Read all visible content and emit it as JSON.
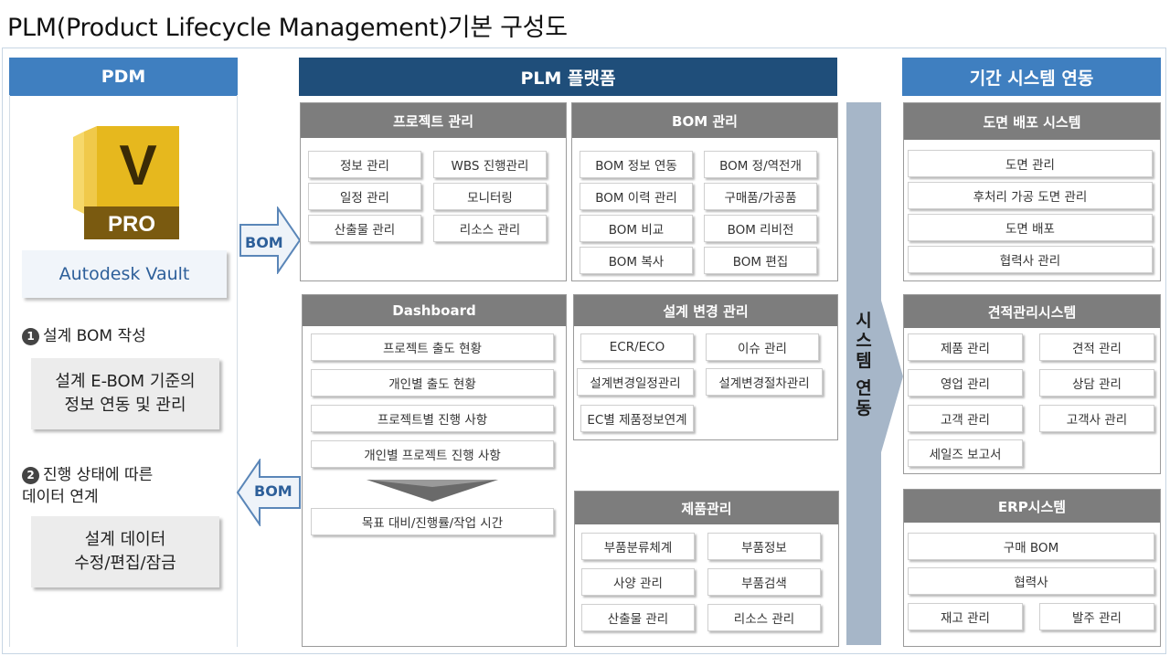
{
  "title": "PLM(Product Lifecycle Management)기본 구성도",
  "pdm": {
    "header": "PDM",
    "logo_letter": "V",
    "logo_badge": "PRO",
    "vault_label": "Autodesk Vault",
    "step1": {
      "num": "1",
      "text": "설계 BOM 작성",
      "box_line1": "설계 E-BOM 기준의",
      "box_line2": "정보 연동 및 관리"
    },
    "step2": {
      "num": "2",
      "text_line1": "진행 상태에 따른",
      "text_line2": "데이터 연계",
      "box_line1": "설계 데이터",
      "box_line2": "수정/편집/잠금"
    }
  },
  "arrows": {
    "right_label": "BOM",
    "left_label": "BOM"
  },
  "plm": {
    "header": "PLM 플랫폼",
    "project": {
      "title": "프로젝트 관리",
      "items": [
        "정보 관리",
        "WBS 진행관리",
        "일정 관리",
        "모니터링",
        "산출물 관리",
        "리소스 관리"
      ]
    },
    "bom": {
      "title": "BOM 관리",
      "items": [
        "BOM 정보 연동",
        "BOM 정/역전개",
        "BOM 이력 관리",
        "구매품/가공품",
        "BOM 비교",
        "BOM 리비전",
        "BOM 복사",
        "BOM 편집"
      ]
    },
    "dashboard": {
      "title": "Dashboard",
      "items": [
        "프로젝트 출도 현황",
        "개인별 출도 현황",
        "프로젝트별 진행 사항",
        "개인별 프로젝트 진행 사항"
      ],
      "result": "목표 대비/진행률/작업 시간"
    },
    "design_change": {
      "title": "설계 변경 관리",
      "items": [
        "ECR/ECO",
        "이슈 관리",
        "설계변경일정관리",
        "설계변경절차관리",
        "EC별 제품정보연계"
      ]
    },
    "product": {
      "title": "제품관리",
      "items": [
        "부품분류체계",
        "부품정보",
        "사양 관리",
        "부품검색",
        "산출물 관리",
        "리소스 관리"
      ]
    }
  },
  "system_link": {
    "chars": [
      "시",
      "스",
      "템",
      "연",
      "동"
    ]
  },
  "ext": {
    "header": "기간 시스템 연동",
    "drawing": {
      "title": "도면 배포 시스템",
      "items": [
        "도면 관리",
        "후처리 가공 도면 관리",
        "도면 배포",
        "협력사 관리"
      ]
    },
    "estimate": {
      "title": "견적관리시스템",
      "items": [
        "제품 관리",
        "견적 관리",
        "영업 관리",
        "상담 관리",
        "고객 관리",
        "고객사 관리",
        "세일즈 보고서"
      ]
    },
    "erp": {
      "title": "ERP시스템",
      "items": [
        "구매 BOM",
        "협력사",
        "재고 관리",
        "발주 관리"
      ]
    }
  },
  "colors": {
    "blue_header": "#3f7fc0",
    "dark_header": "#1f4e7a",
    "panel_header": "#7d7d7d",
    "system_bar": "#a6b6c8",
    "logo_gold": "#e6b81e",
    "logo_dark": "#7a5a10"
  }
}
